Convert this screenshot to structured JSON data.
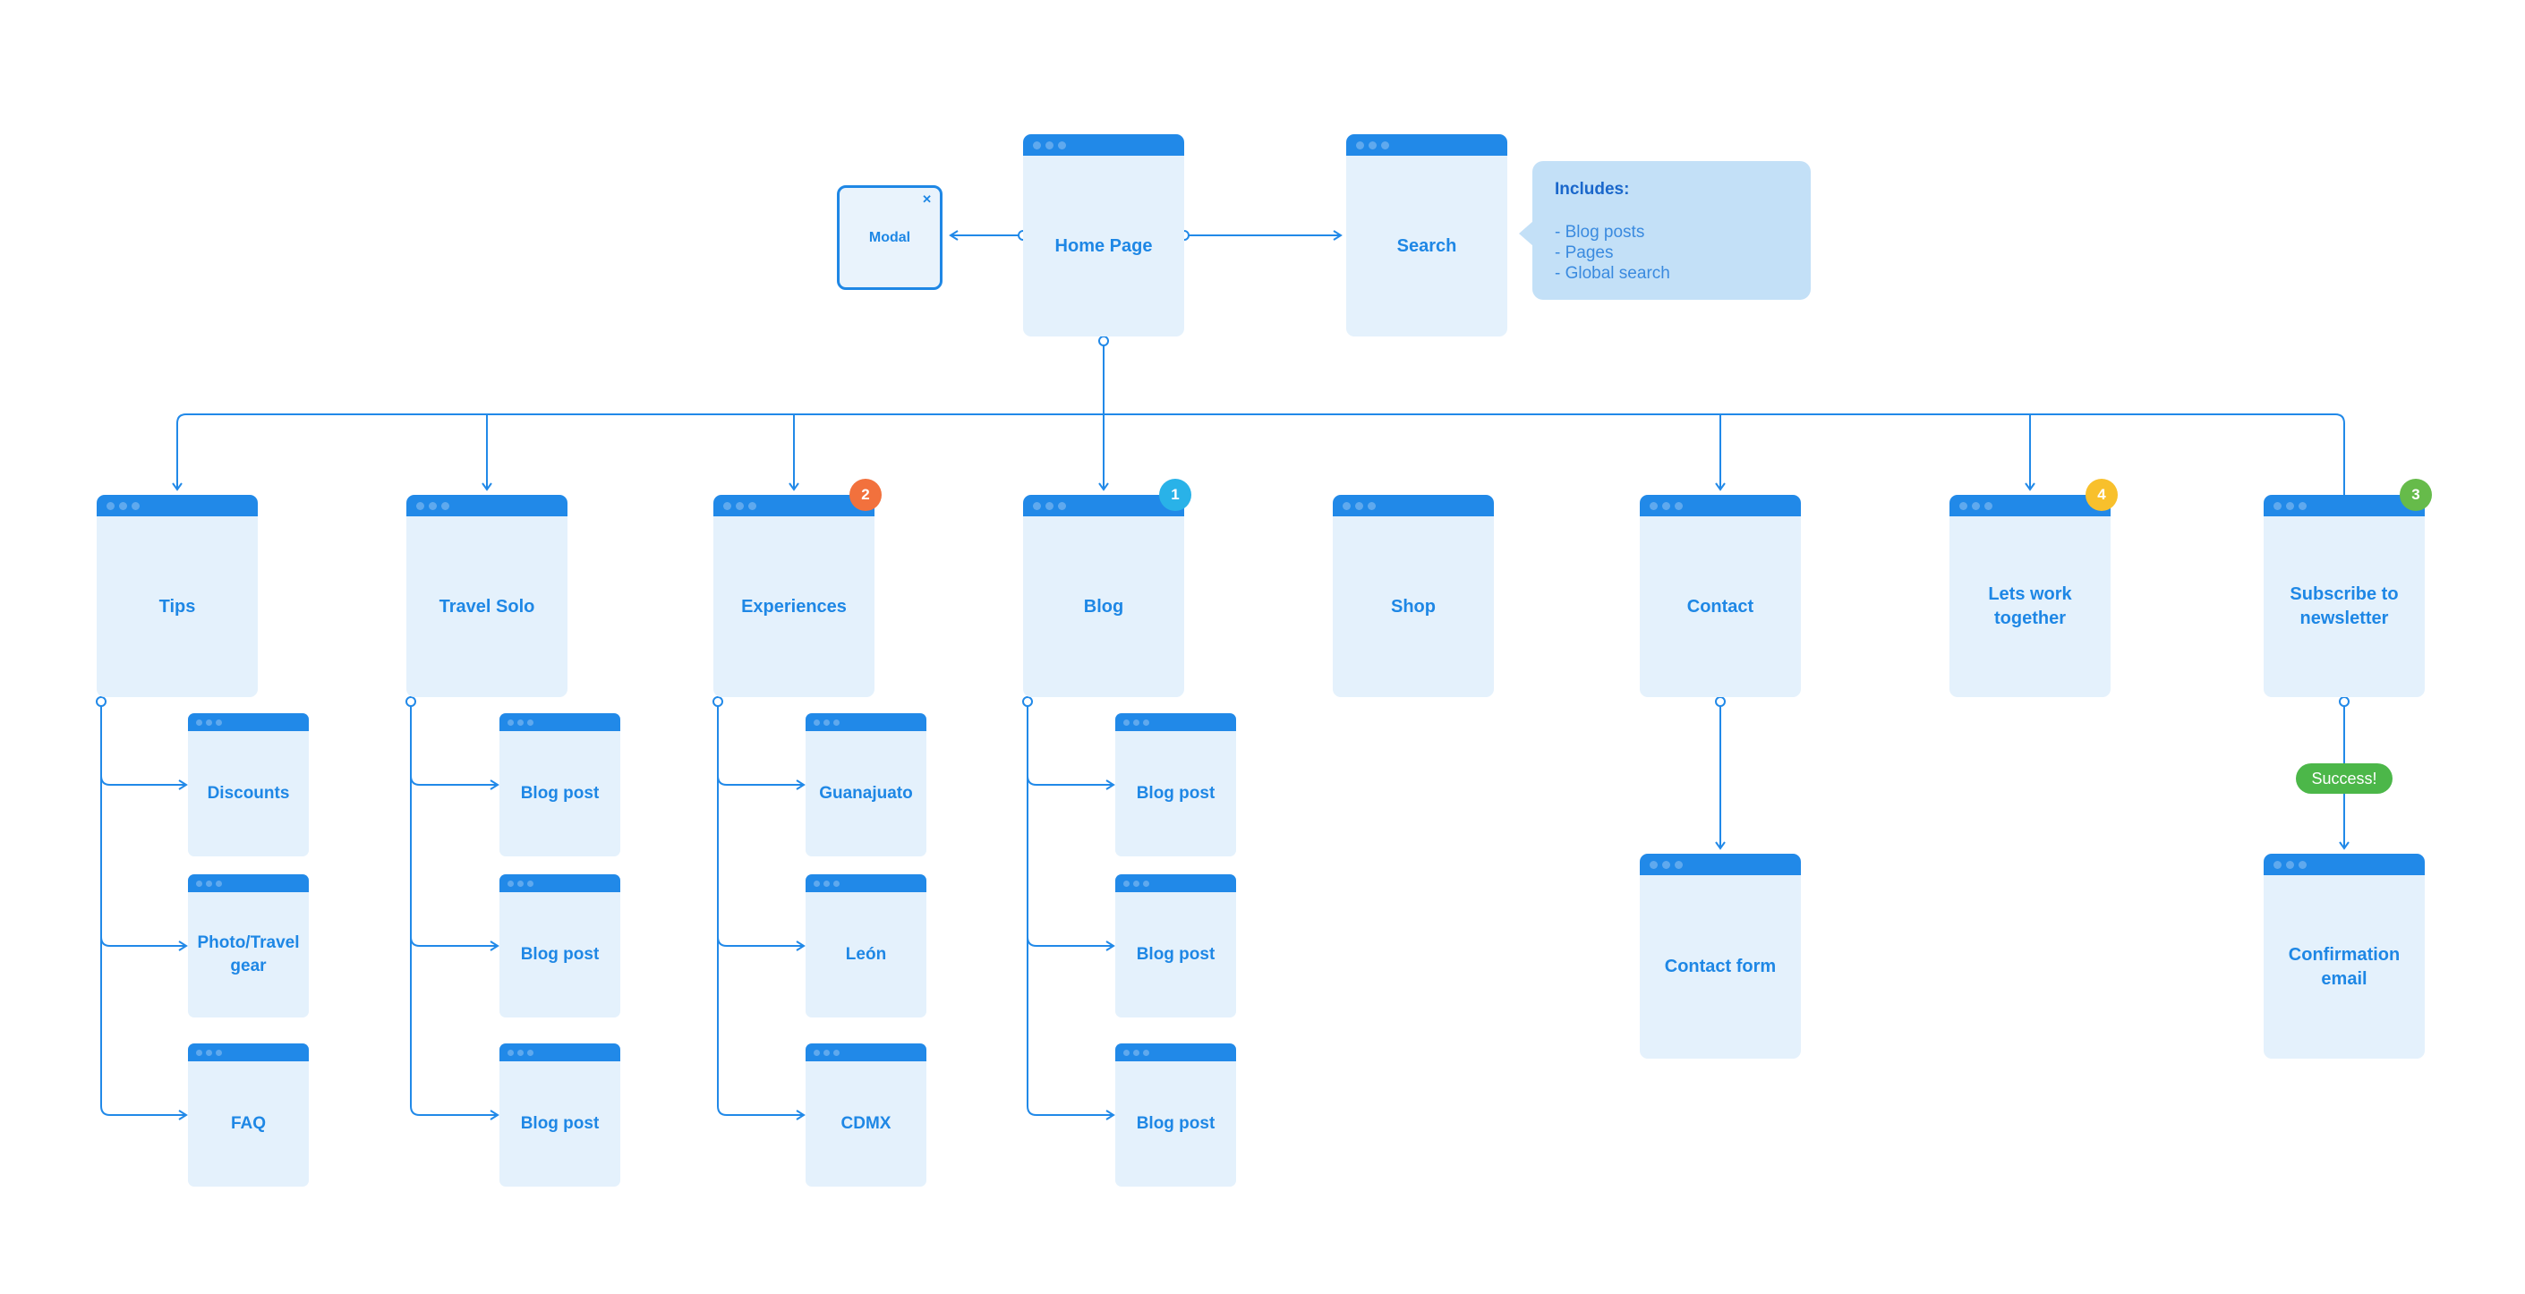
{
  "top": {
    "modal": {
      "label": "Modal",
      "close_icon": "✕"
    },
    "home_page": {
      "label": "Home Page"
    },
    "search": {
      "label": "Search"
    },
    "tooltip": {
      "title": "Includes:",
      "items": [
        "- Blog posts",
        "- Pages",
        "- Global search"
      ]
    }
  },
  "pages": [
    {
      "label": "Tips"
    },
    {
      "label": "Travel Solo"
    },
    {
      "label": "Experiences",
      "badge": {
        "value": "2",
        "color": "#F2713D"
      }
    },
    {
      "label": "Blog",
      "badge": {
        "value": "1",
        "color": "#29B2E8"
      }
    },
    {
      "label": "Shop"
    },
    {
      "label": "Contact"
    },
    {
      "label": "Lets work together",
      "badge": {
        "value": "4",
        "color": "#F8C02C"
      }
    },
    {
      "label": "Subscribe to newsletter",
      "badge": {
        "value": "3",
        "color": "#66BB4A"
      }
    }
  ],
  "subpages": {
    "tips": [
      "Discounts",
      "Photo/Travel gear",
      "FAQ"
    ],
    "travel_solo": [
      "Blog post",
      "Blog post",
      "Blog post"
    ],
    "experiences": [
      "Guanajuato",
      "León",
      "CDMX"
    ],
    "blog": [
      "Blog post",
      "Blog post",
      "Blog post"
    ],
    "contact": [
      "Contact form"
    ],
    "subscribe": [
      "Confirmation email"
    ]
  },
  "annotations": {
    "success": "Success!"
  },
  "colors": {
    "accent_blue": "#2189E8",
    "window_body": "#E4F1FC",
    "label_blue": "#1E87E5",
    "tooltip_bg": "#C3E0F7",
    "badge_orange": "#F2713D",
    "badge_cyan": "#29B2E8",
    "badge_yellow": "#F8C02C",
    "badge_green": "#66BB4A",
    "success_green": "#4CB749"
  }
}
